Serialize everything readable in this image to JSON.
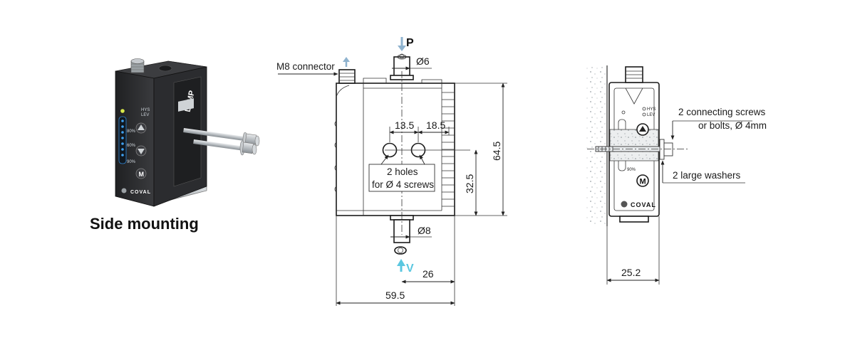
{
  "product_view": {
    "caption": "Side mounting",
    "device_name": "LEMP",
    "brand": "COVAL",
    "button_m": "M",
    "indicator_hys": "HYS",
    "indicator_lev": "LEV",
    "scale_labels": [
      "80%",
      "60%",
      "90%"
    ]
  },
  "front_view": {
    "m8_connector_label": "M8 connector",
    "port_p_label": "P",
    "port_v_label": "V",
    "dim_p_diameter": "Ø6",
    "dim_v_diameter": "Ø8",
    "dim_hole_spacing_left": "13.5",
    "dim_hole_spacing_right": "18.5",
    "holes_note_line1": "2 holes",
    "holes_note_line2": "for Ø 4 screws",
    "dim_hole_height": "32.5",
    "dim_total_height": "64.5",
    "dim_v_offset": "26",
    "dim_total_width": "59.5"
  },
  "side_view": {
    "screws_note_line1": "2 connecting screws",
    "screws_note_line2": "or bolts, Ø 4mm",
    "washers_note": "2 large washers",
    "dim_width": "25.2",
    "brand": "COVAL",
    "button_m": "M",
    "indicator_hys": "HYS",
    "indicator_lev": "LEV",
    "scale_label": "90%"
  },
  "colors": {
    "arrow_blue": "#8fb3cf",
    "port_v_cyan": "#5bc7e0",
    "device_body": "#2a2b2d",
    "led_blue": "#2f86d6",
    "led_yellow": "#d8e84a",
    "wall_hatch": "#bfc5c9"
  }
}
